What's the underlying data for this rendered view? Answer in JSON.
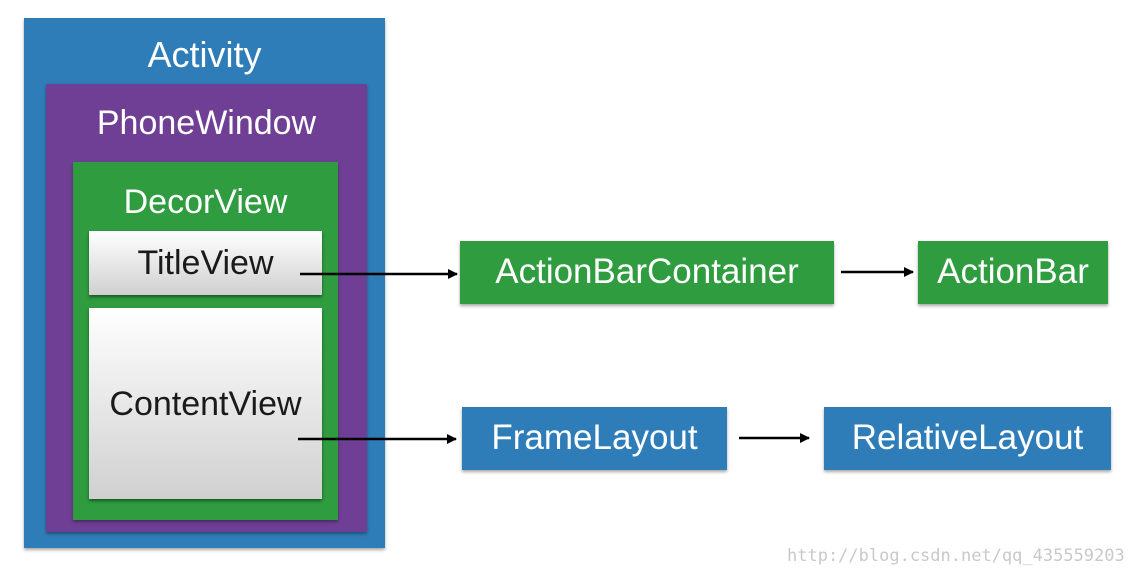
{
  "colors": {
    "blue": "#2f7db8",
    "purple": "#6f3f95",
    "green": "#2e9c3f",
    "arrow": "#000000"
  },
  "nodes": {
    "activity": "Activity",
    "phonewindow": "PhoneWindow",
    "decorview": "DecorView",
    "titleview": "TitleView",
    "contentview": "ContentView",
    "actionbarcontainer": "ActionBarContainer",
    "actionbar": "ActionBar",
    "framelayout": "FrameLayout",
    "relativelayout": "RelativeLayout"
  },
  "edges": [
    {
      "from": "TitleView",
      "to": "ActionBarContainer"
    },
    {
      "from": "ActionBarContainer",
      "to": "ActionBar"
    },
    {
      "from": "ContentView",
      "to": "FrameLayout"
    },
    {
      "from": "FrameLayout",
      "to": "RelativeLayout"
    }
  ],
  "watermark": "http://blog.csdn.net/qq_435559203"
}
